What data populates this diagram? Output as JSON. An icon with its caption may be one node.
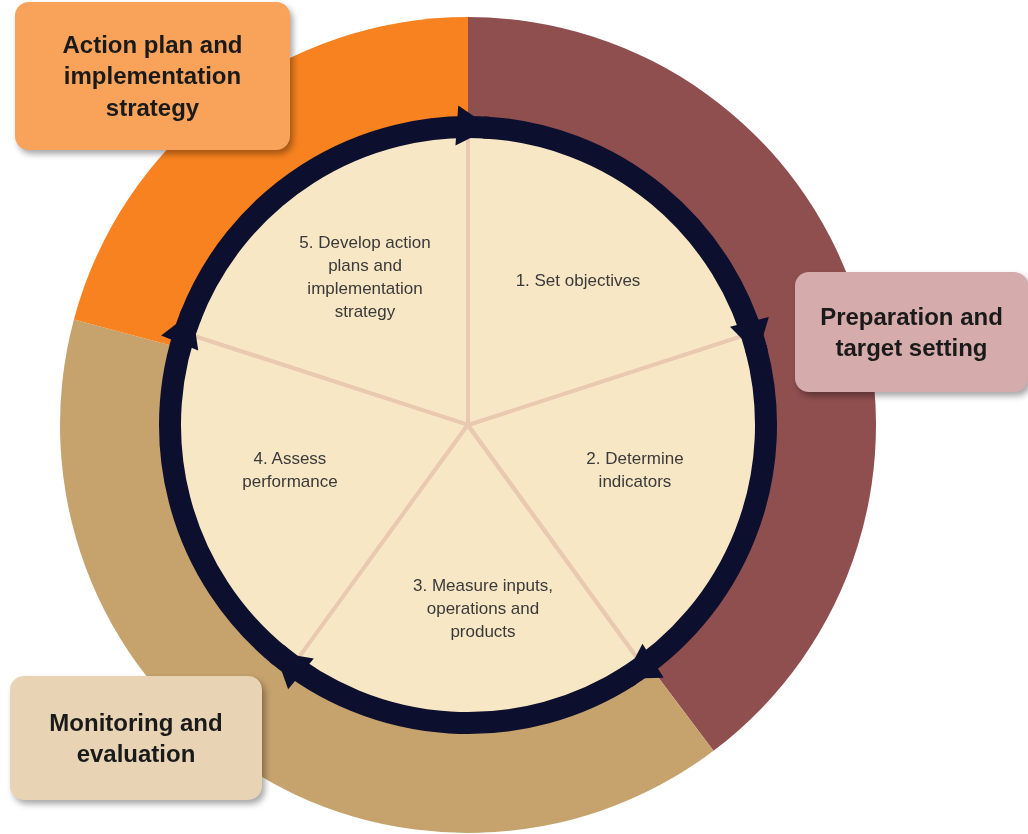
{
  "diagram": {
    "nodes": [
      {
        "text": [
          "Action plan and implementation strategy"
        ]
      },
      {
        "text": [
          "Preparation and target setting"
        ]
      },
      {
        "text": [
          "Monitoring and evaluation"
        ]
      },
      {
        "text": [
          "1. Set objectives"
        ]
      },
      {
        "text": [
          "2. Determine indicators"
        ]
      },
      {
        "text": [
          "3. Measure inputs, operations and products"
        ]
      },
      {
        "text": [
          "4. Assess performance"
        ]
      },
      {
        "text": [
          "5. Develop action plans and implementation strategy"
        ]
      }
    ],
    "edges": [
      {
        "from": 3,
        "to": 4,
        "arrow": "to"
      },
      {
        "from": 4,
        "to": 5,
        "arrow": "to"
      },
      {
        "from": 5,
        "to": 6,
        "arrow": "to"
      },
      {
        "from": 6,
        "to": 7,
        "arrow": "to"
      },
      {
        "from": 7,
        "to": 3,
        "arrow": "to"
      }
    ]
  }
}
